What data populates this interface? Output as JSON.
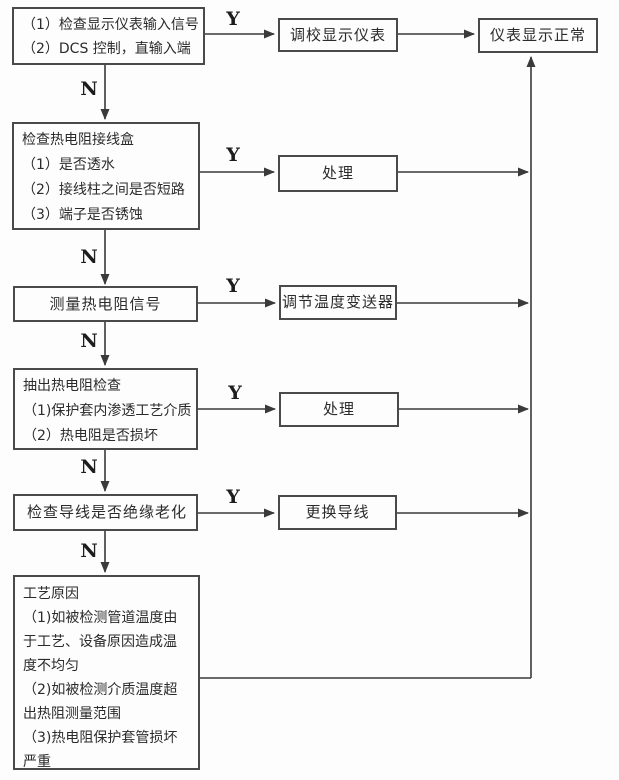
{
  "labels": {
    "yes": "Y",
    "no": "N"
  },
  "colors": {
    "line": "#3a3a3a",
    "border": "#4a4a4a",
    "text": "#2b2b2b",
    "background": "#fdfdfd"
  },
  "flowchart": {
    "check_display_input": {
      "lines": [
        "（1）检查显示仪表输入信号",
        "（2）DCS 控制，直输入端"
      ]
    },
    "calibrate_display": {
      "label": "调校显示仪表"
    },
    "display_normal": {
      "label": "仪表显示正常"
    },
    "check_junction_box": {
      "lines": [
        "检查热电阻接线盒",
        "（1）是否透水",
        "（2）接线柱之间是否短路",
        "（3）端子是否锈蚀"
      ]
    },
    "handle_1": {
      "label": "处理"
    },
    "measure_rtd_signal": {
      "label": "测量热电阻信号"
    },
    "adjust_transmitter": {
      "label": "调节温度变送器"
    },
    "pull_out_rtd_check": {
      "lines": [
        "抽出热电阻检查",
        "（1)保护套内渗透工艺介质",
        "（2）热电阻是否损坏"
      ]
    },
    "handle_2": {
      "label": "处理"
    },
    "check_wire_insulation": {
      "label": "检查导线是否绝缘老化"
    },
    "replace_wire": {
      "label": "更换导线"
    },
    "process_reasons": {
      "lines": [
        "工艺原因",
        "（1)如被检测管道温度由于工艺、设备原因造成温度不均匀",
        "（2)如被检测介质温度超出热阻测量范围",
        "（3)热电阻保护套管损坏严重"
      ]
    }
  }
}
